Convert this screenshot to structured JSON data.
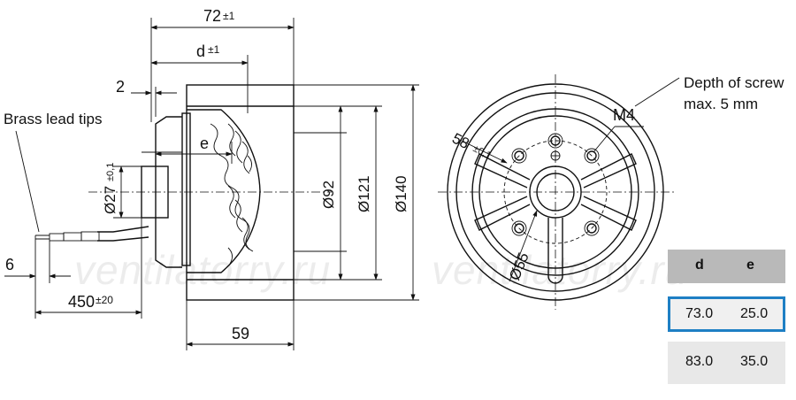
{
  "dimensions": {
    "overall_length": "72",
    "overall_tol": "±1",
    "d_label": "d",
    "d_tol": "±1",
    "offset_2": "2",
    "e_label": "e",
    "dia_27": "Ø27",
    "dia_27_tol": "±0,1",
    "dia_92": "Ø92",
    "dia_121": "Ø121",
    "dia_140": "Ø140",
    "dim_59": "59",
    "dim_6": "6",
    "lead_length": "450",
    "lead_tol": "±20",
    "circle_58": "58",
    "circle_58_tol": "±0,1",
    "dia_55": "Ø55",
    "thread": "M4"
  },
  "labels": {
    "brass_lead_tips": "Brass lead tips",
    "screw_depth_line1": "Depth of screw",
    "screw_depth_line2": "max. 5 mm"
  },
  "watermark": {
    "left": "ventilatorry.ru",
    "right": "ventilatorry.ru"
  },
  "table": {
    "headers": [
      "d",
      "e"
    ],
    "rows": [
      {
        "d": "73.0",
        "e": "25.0",
        "selected": true
      },
      {
        "d": "83.0",
        "e": "35.0",
        "selected": false
      }
    ],
    "header_color": "#b9b9b9",
    "selection_color": "#1e7fc4"
  }
}
